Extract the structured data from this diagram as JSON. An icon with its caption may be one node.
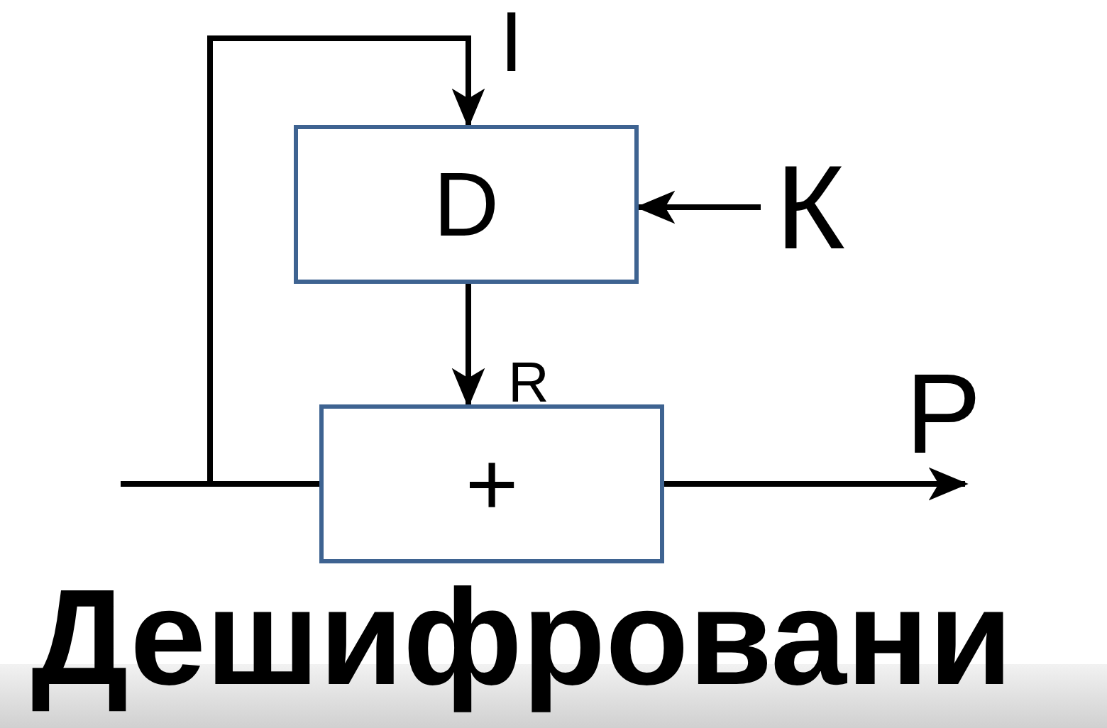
{
  "diagram": {
    "title": "Дешифровани",
    "nodes": [
      {
        "text": [
          "D"
        ]
      },
      {
        "text": [
          "+"
        ]
      },
      {
        "text": [
          "К"
        ]
      }
    ],
    "edges": [
      {
        "from": null,
        "to": 1,
        "arrow": "none"
      },
      {
        "from": null,
        "to": 0,
        "arrow": "to",
        "label": "I"
      },
      {
        "from": 2,
        "to": 0,
        "arrow": "to"
      },
      {
        "from": 0,
        "to": 1,
        "arrow": "to",
        "label": "R"
      },
      {
        "from": 1,
        "to": null,
        "arrow": "to",
        "label": "P"
      }
    ]
  }
}
